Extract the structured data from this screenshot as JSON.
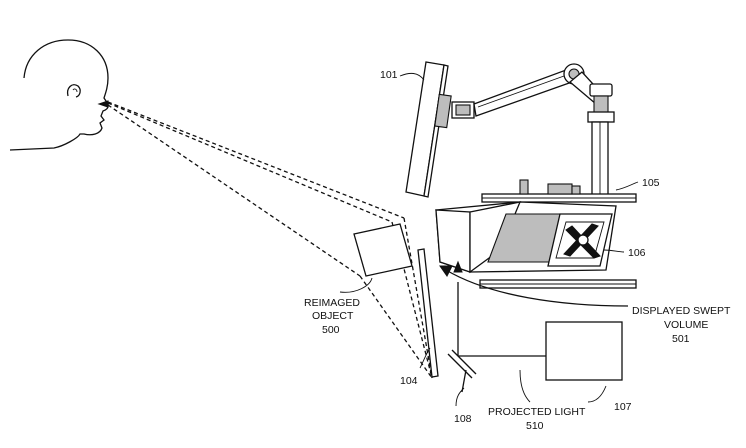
{
  "labels": {
    "l101": "101",
    "l105": "105",
    "l106": "106",
    "reimaged_1": "REIMAGED",
    "reimaged_2": "OBJECT",
    "reimaged_3": "500",
    "swept_1": "DISPLAYED SWEPT",
    "swept_2": "VOLUME",
    "swept_3": "501",
    "l104": "104",
    "l108": "108",
    "projected_1": "PROJECTED LIGHT",
    "projected_2": "510",
    "l107": "107"
  }
}
